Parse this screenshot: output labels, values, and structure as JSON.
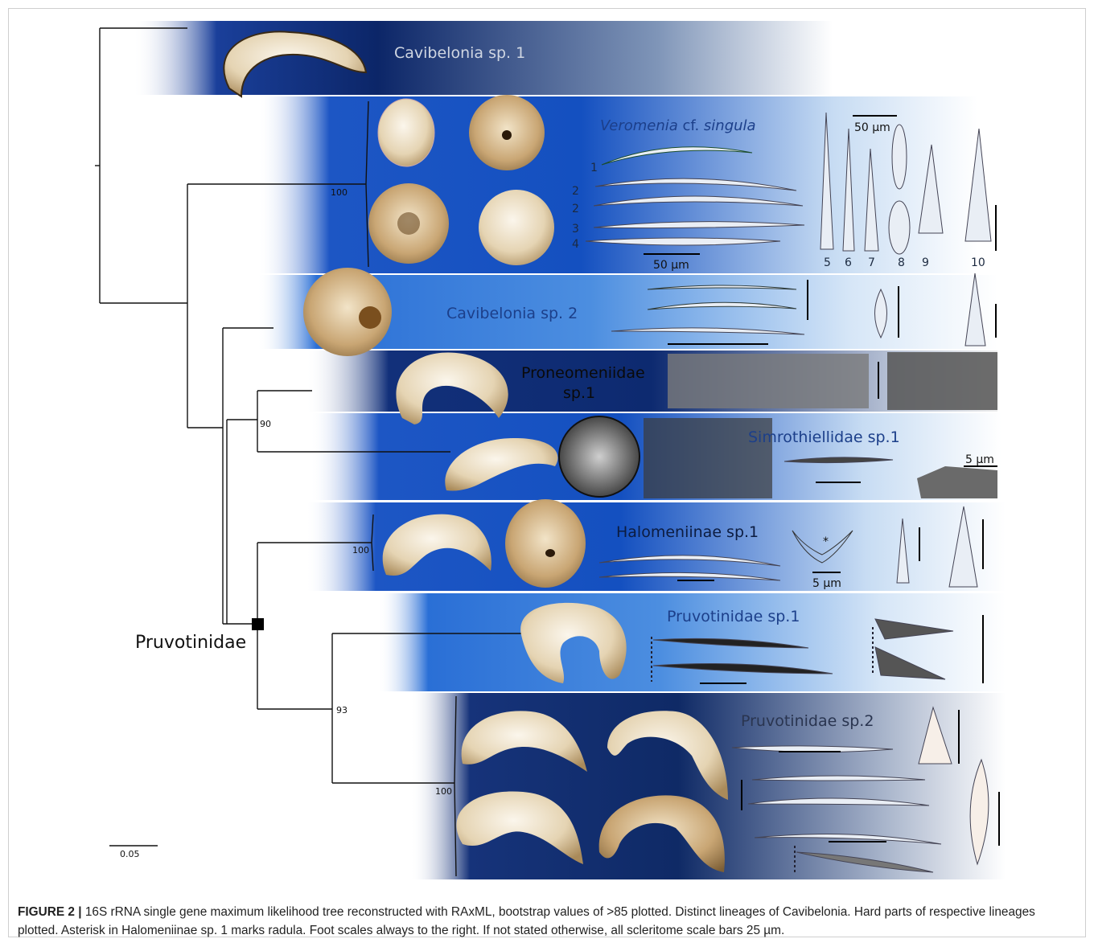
{
  "figure": {
    "taxa": {
      "cav1": "Cavibelonia sp. 1",
      "vero_a": "Veromenia",
      "vero_b": "cf.",
      "vero_c": "singula",
      "cav2": "Cavibelonia sp. 2",
      "prone_1": "Proneomeniidae",
      "prone_2": "sp.1",
      "simro": "Simrothiellidae sp.1",
      "halo": "Halomeniinae sp.1",
      "pruvo1": "Pruvotinidae sp.1",
      "pruvo2": "Pruvotinidae sp.2"
    },
    "clade_label": "Pruvotinidae",
    "bootstrap": {
      "vero": "100",
      "b90": "90",
      "halo": "100",
      "b93": "93",
      "pruvo2": "100"
    },
    "scale_labels": {
      "um50_top": "50 µm",
      "um50_sclerite": "50 µm",
      "um5_simro": "5 µm",
      "um5_radula": "5 µm"
    },
    "sclerite_numbers": [
      "1",
      "2",
      "2",
      "3",
      "4",
      "5",
      "6",
      "7",
      "8",
      "9",
      "10"
    ],
    "asterisk": "*",
    "tree_scale": "0.05",
    "colors": {
      "band_dark": "#0a2a78",
      "band_mid": "#1d5fd0",
      "band_light": "#6ea6e6",
      "label_blue": "#1c3f8a",
      "animal": "#e9dcc2"
    }
  },
  "caption": {
    "label": "FIGURE 2 |",
    "text": "16S rRNA single gene maximum likelihood tree reconstructed with RAxML, bootstrap values of >85 plotted. Distinct lineages of Cavibelonia. Hard parts of respective lineages plotted. Asterisk in Halomeniinae sp. 1 marks radula. Foot scales always to the right. If not stated otherwise, all scleritome scale bars 25 µm."
  }
}
